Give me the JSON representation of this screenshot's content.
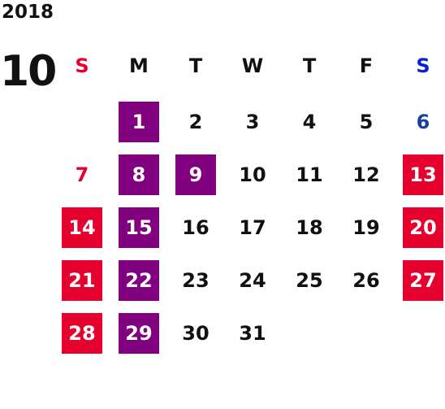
{
  "year": "2018",
  "month": "10",
  "weekdays": [
    "S",
    "M",
    "T",
    "W",
    "T",
    "F",
    "S"
  ],
  "days": {
    "d1": "1",
    "d2": "2",
    "d3": "3",
    "d4": "4",
    "d5": "5",
    "d6": "6",
    "d7": "7",
    "d8": "8",
    "d9": "9",
    "d10": "10",
    "d11": "11",
    "d12": "12",
    "d13": "13",
    "d14": "14",
    "d15": "15",
    "d16": "16",
    "d17": "17",
    "d18": "18",
    "d19": "19",
    "d20": "20",
    "d21": "21",
    "d22": "22",
    "d23": "23",
    "d24": "24",
    "d25": "25",
    "d26": "26",
    "d27": "27",
    "d28": "28",
    "d29": "29",
    "d30": "30",
    "d31": "31"
  },
  "colors": {
    "holiday_red": "#e6002d",
    "highlight_purple": "#800080",
    "sunday_text": "#e5002f",
    "saturday_text": "#1a3f9c"
  }
}
